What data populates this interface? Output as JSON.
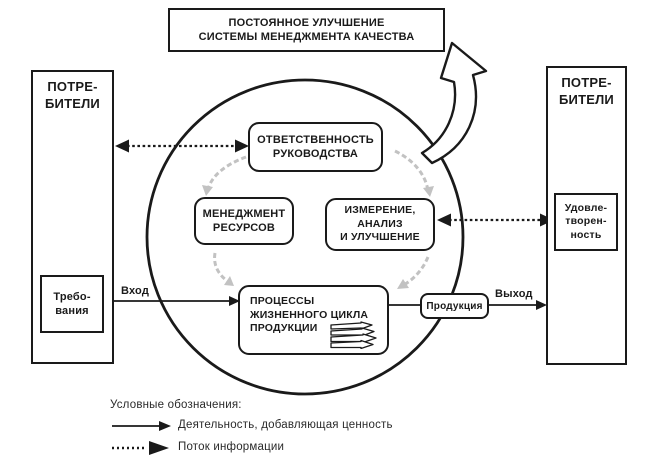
{
  "colors": {
    "ink": "#1a1a1a",
    "faint_arrow": "#c2c2c2",
    "background": "#ffffff"
  },
  "banner": {
    "text": "ПОСТОЯННОЕ УЛУЧШЕНИЕ\nСИСТЕМЫ МЕНЕДЖМЕНТА КАЧЕСТВА"
  },
  "left_party": {
    "title": "ПОТРЕ-\nБИТЕЛИ",
    "requirements": "Требо-\nвания"
  },
  "right_party": {
    "title": "ПОТРЕ-\nБИТЕЛИ",
    "satisfaction": "Удовле-\nтворен-\nность"
  },
  "circle": {
    "management_responsibility": "ОТВЕТСТВЕННОСТЬ\nРУКОВОДСТВА",
    "resource_management": "МЕНЕДЖМЕНТ\nРЕСУРСОВ",
    "measurement_analysis_improvement": "ИЗМЕРЕНИЕ,\nАНАЛИЗ\nИ УЛУЧШЕНИЕ",
    "product_lifecycle_processes": "ПРОЦЕССЫ\nЖИЗНЕННОГО ЦИКЛА\nПРОДУКЦИИ",
    "product": "Продукция"
  },
  "flow_labels": {
    "input": "Вход",
    "output": "Выход"
  },
  "legend": {
    "title": "Условные обозначения:",
    "value_activity": "Деятельность, добавляющая ценность",
    "info_flow": "Поток информации"
  }
}
